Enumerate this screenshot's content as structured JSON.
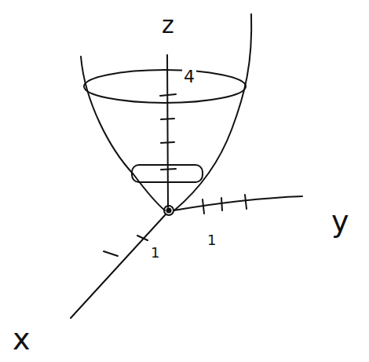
{
  "diagram": {
    "labels": [
      "z",
      "4",
      "y",
      "x",
      "1",
      "1"
    ]
  }
}
